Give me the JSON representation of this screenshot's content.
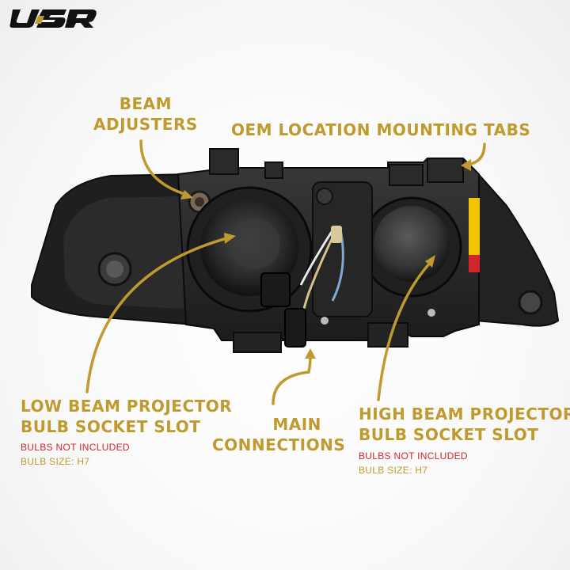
{
  "brand": {
    "logo_text": "USR"
  },
  "callouts": {
    "beam_adjusters": {
      "line1": "BEAM",
      "line2": "ADJUSTERS"
    },
    "mounting_tabs": {
      "line1": "OEM LOCATION MOUNTING TABS"
    },
    "low_beam": {
      "line1": "LOW BEAM PROJECTOR",
      "line2": "BULB SOCKET SLOT",
      "note": "BULBS NOT INCLUDED",
      "bulb": "BULB SIZE: H7"
    },
    "main_connections": {
      "line1": "MAIN",
      "line2": "CONNECTIONS"
    },
    "high_beam": {
      "line1": "HIGH BEAM PROJECTOR",
      "line2": "BULB SOCKET SLOT",
      "note": "BULBS NOT INCLUDED",
      "bulb": "BULB SIZE: H7"
    }
  },
  "colors": {
    "gold": "#bf9a2e",
    "red": "#d0262b",
    "housing": "#2a2a2a"
  }
}
